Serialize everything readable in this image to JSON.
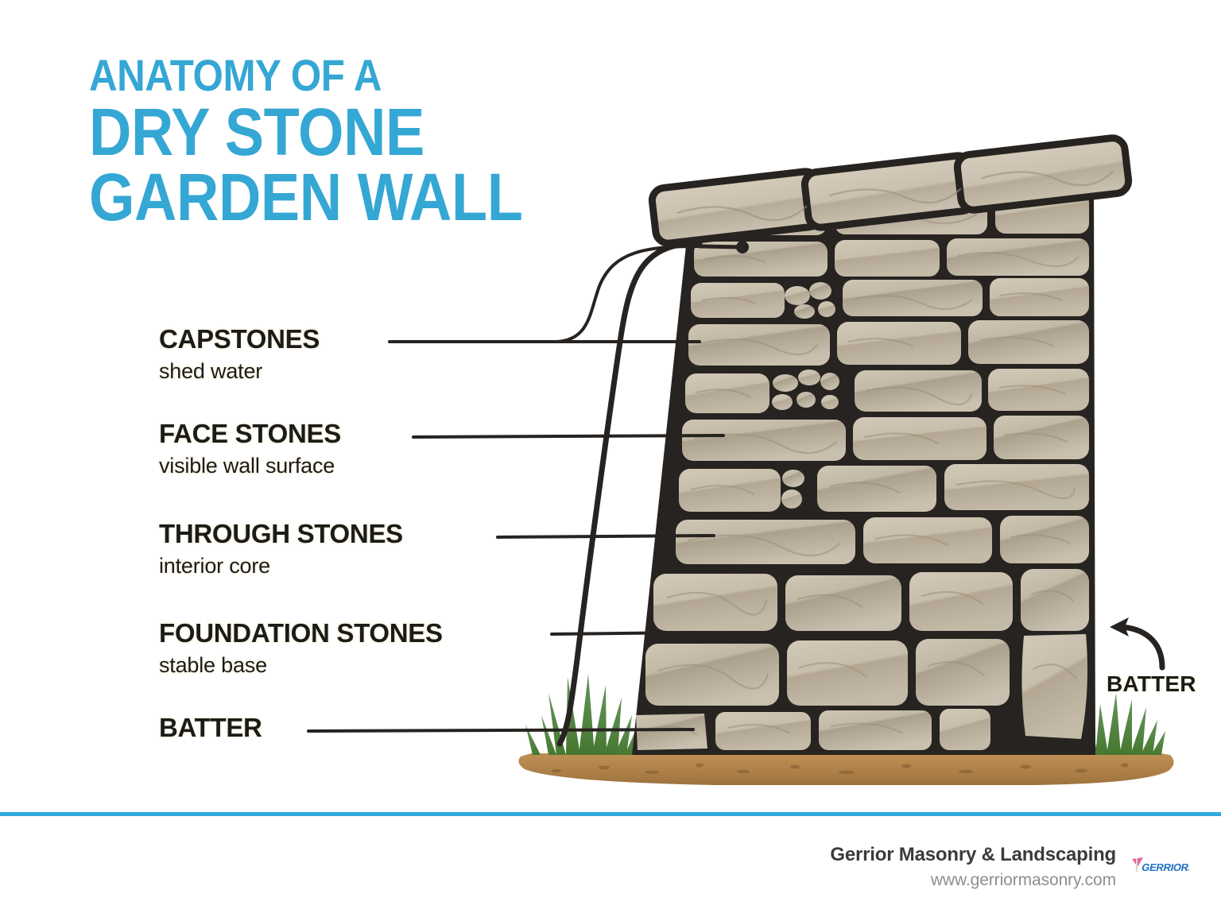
{
  "title": {
    "line1": "ANATOMY OF A",
    "line2": "DRY STONE",
    "line3": "GARDEN WALL"
  },
  "colors": {
    "brand_blue": "#35A7D4",
    "footer_rule": "#2FA8DC",
    "text_dark": "#1b1b18",
    "text_outline": "#fdf8ec",
    "stone_light": "#CEC5B4",
    "stone_mid": "#BDB2A0",
    "stone_shade": "#A99D8A",
    "mortar_dark": "#272320",
    "soil": "#B0844B",
    "grass": "#4E8238",
    "footer_company": "#3b3b3b",
    "footer_url": "#8e8e8e"
  },
  "labels": [
    {
      "heading": "CAPSTONES",
      "sub": "shed water"
    },
    {
      "heading": "FACE STONES",
      "sub": "visible wall surface"
    },
    {
      "heading": "THROUGH STONES",
      "sub": "interior core"
    },
    {
      "heading": "FOUNDATION STONES",
      "sub": "stable base"
    },
    {
      "heading": "BATTER",
      "sub": ""
    }
  ],
  "batter_callout": {
    "label": "BATTER",
    "arrow": "curved-arrow-left-icon"
  },
  "illustration": {
    "name": "dry-stone-garden-wall-diagram",
    "parts": [
      "capstones",
      "face-stones",
      "through-stones",
      "foundation-stones",
      "batter-line",
      "grass",
      "soil-bed"
    ]
  },
  "footer": {
    "company": "Gerrior Masonry & Landscaping",
    "url": "www.gerriormasonry.com",
    "logo_text": "GERRIOR"
  }
}
